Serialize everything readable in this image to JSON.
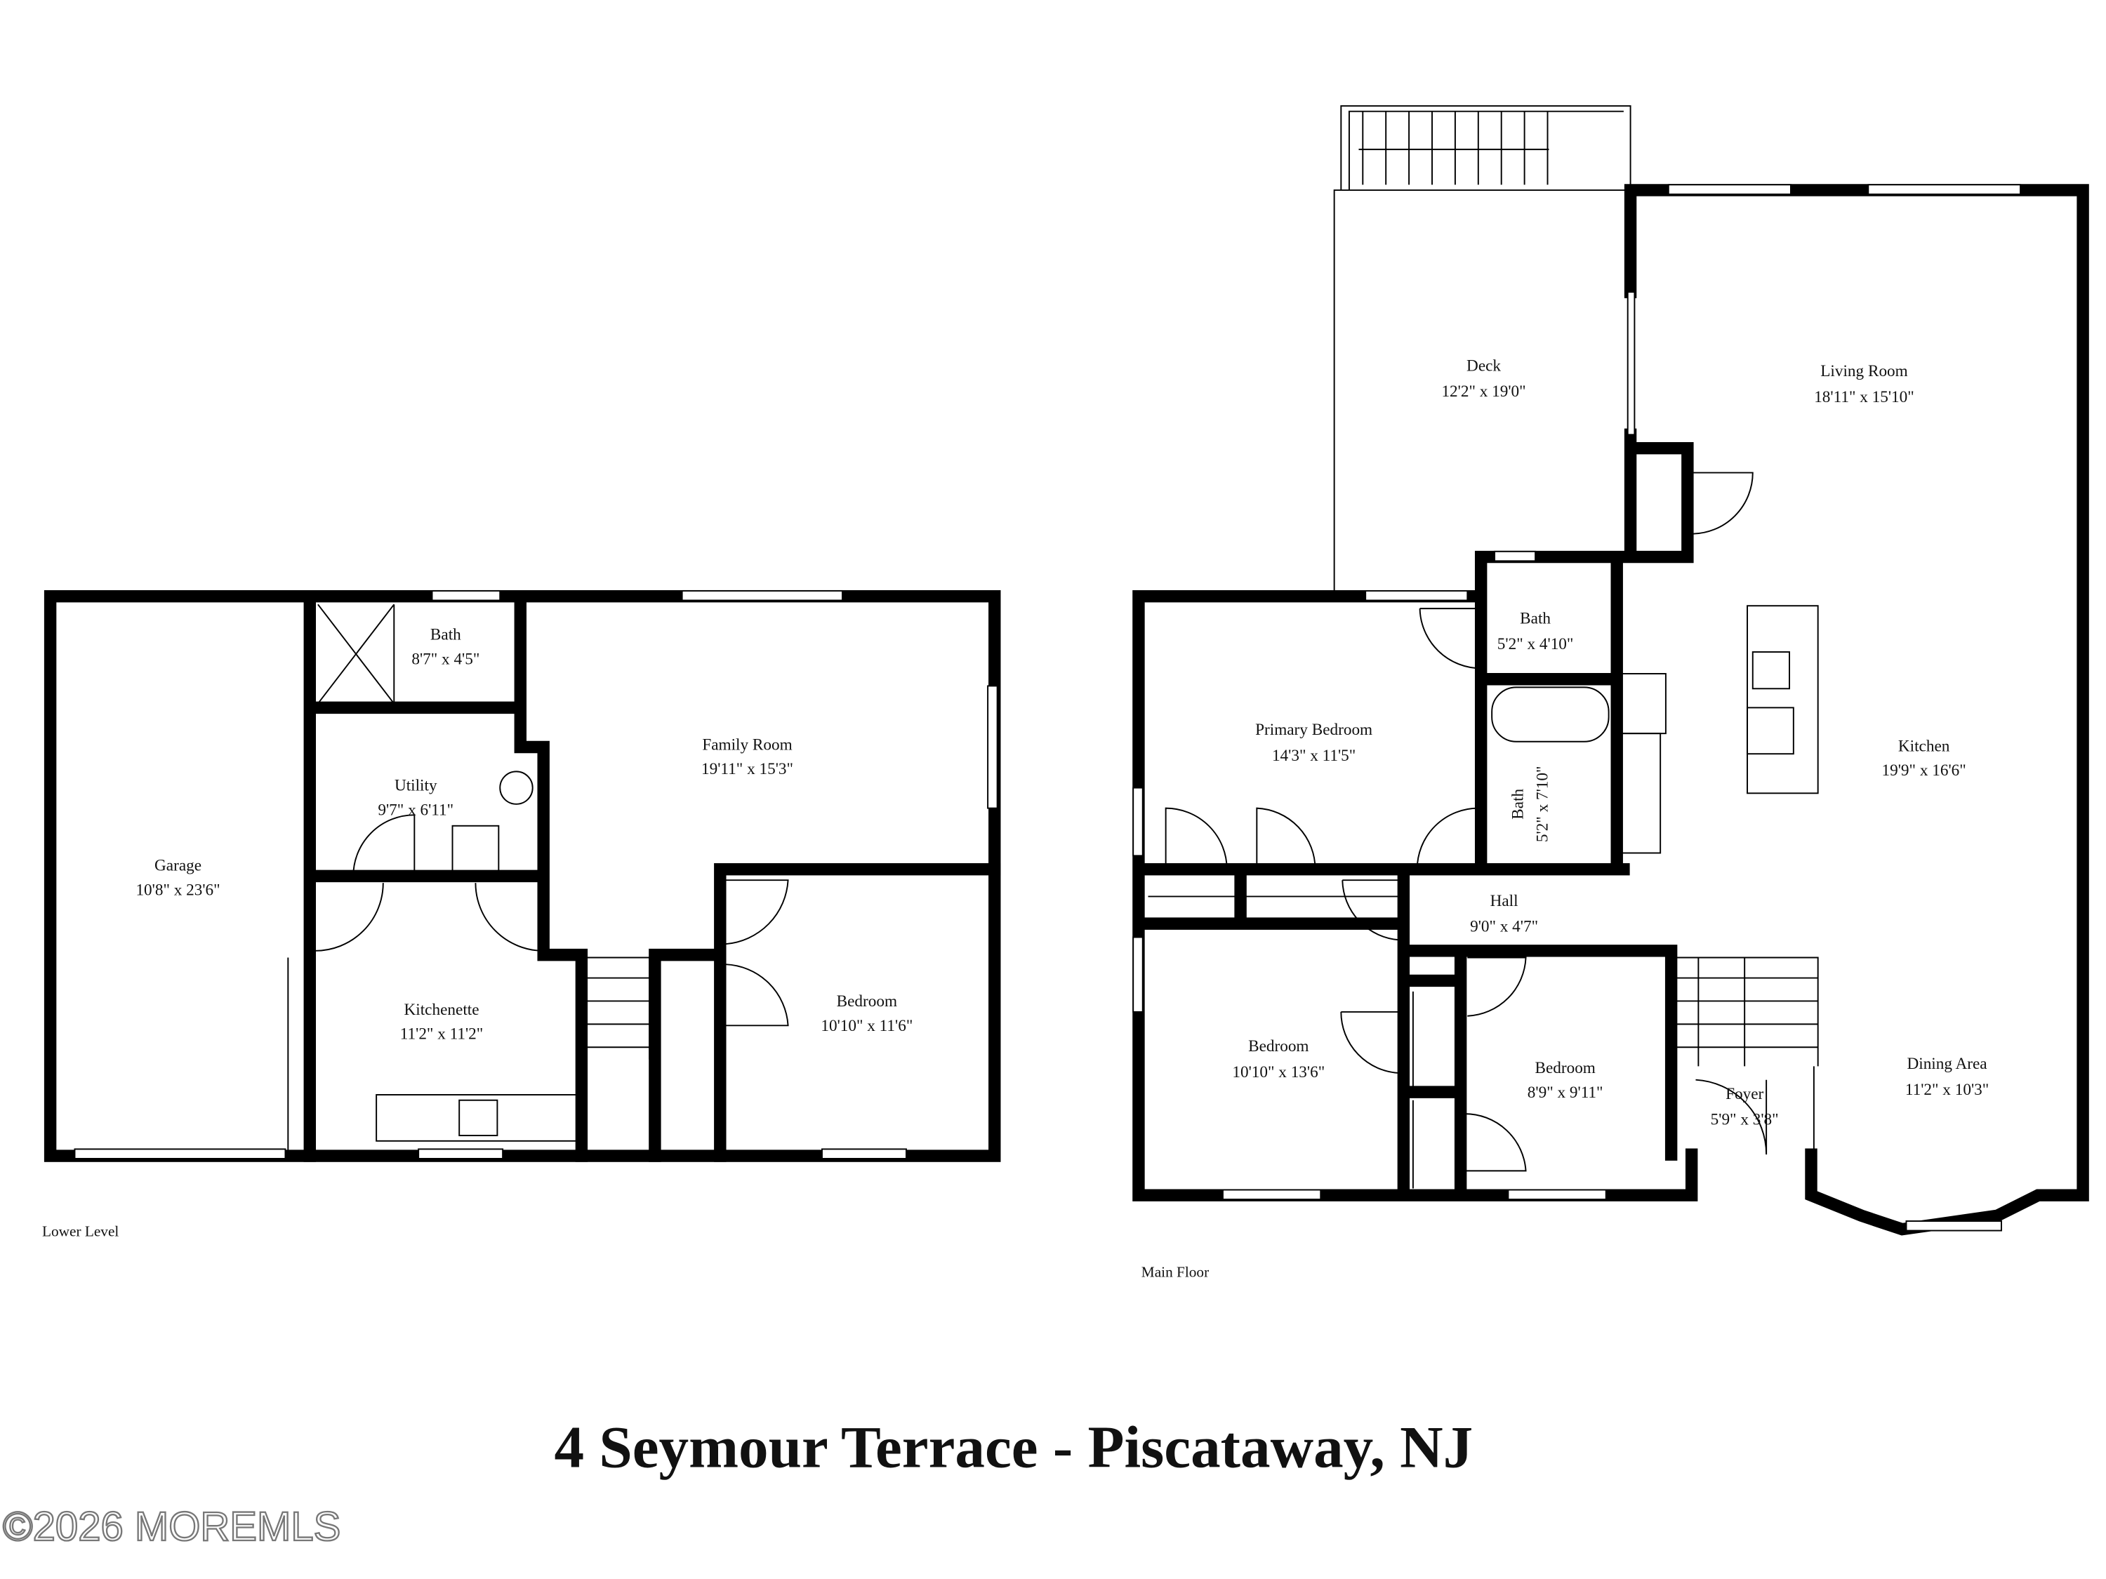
{
  "title": "4 Seymour Terrace - Piscataway, NJ",
  "watermark": "©2026 MOREMLS",
  "lower_level": {
    "label": "Lower Level",
    "rooms": [
      {
        "name": "Garage",
        "size": "10'8\" x 23'6\""
      },
      {
        "name": "Bath",
        "size": "8'7\" x 4'5\""
      },
      {
        "name": "Utility",
        "size": "9'7\" x 6'11\""
      },
      {
        "name": "Family Room",
        "size": "19'11\" x 15'3\""
      },
      {
        "name": "Kitchenette",
        "size": "11'2\" x 11'2\""
      },
      {
        "name": "Bedroom",
        "size": "10'10\" x 11'6\""
      }
    ]
  },
  "main_floor": {
    "label": "Main Floor",
    "rooms": [
      {
        "name": "Deck",
        "size": "12'2\" x 19'0\""
      },
      {
        "name": "Living Room",
        "size": "18'11\" x 15'10\""
      },
      {
        "name": "Bath",
        "size": "5'2\" x 4'10\""
      },
      {
        "name": "Primary Bedroom",
        "size": "14'3\" x 11'5\""
      },
      {
        "name": "Kitchen",
        "size": "19'9\" x 16'6\""
      },
      {
        "name": "Bath",
        "size": "5'2\" x 7'10\""
      },
      {
        "name": "Hall",
        "size": "9'0\" x 4'7\""
      },
      {
        "name": "Bedroom",
        "size": "10'10\" x 13'6\""
      },
      {
        "name": "Bedroom",
        "size": "8'9\" x 9'11\""
      },
      {
        "name": "Foyer",
        "size": "5'9\" x 3'8\""
      },
      {
        "name": "Dining Area",
        "size": "11'2\" x 10'3\""
      }
    ]
  }
}
